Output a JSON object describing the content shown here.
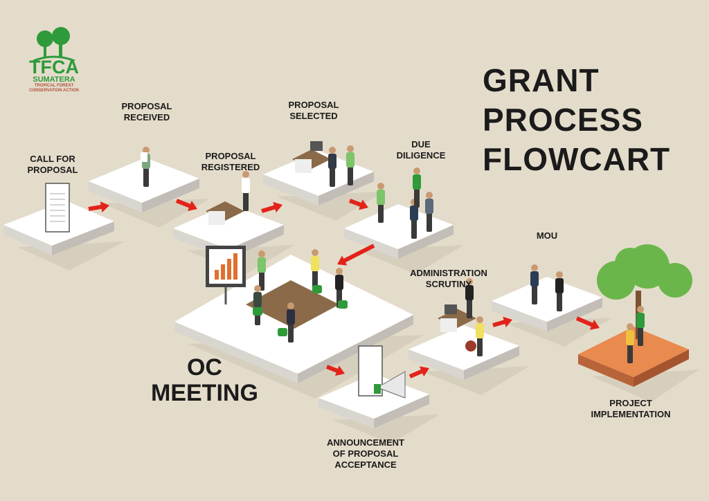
{
  "title_lines": [
    "GRANT",
    "PROCESS",
    "FLOWCART"
  ],
  "logo": {
    "name": "TFCA",
    "sub": "SUMATERA",
    "tag1": "TROPICAL FOREST",
    "tag2": "CONSERVATION ACTION"
  },
  "steps": [
    {
      "l1": "CALL FOR",
      "l2": "PROPOSAL"
    },
    {
      "l1": "PROPOSAL",
      "l2": "RECEIVED"
    },
    {
      "l1": "PROPOSAL",
      "l2": "REGISTERED"
    },
    {
      "l1": "PROPOSAL",
      "l2": "SELECTED"
    },
    {
      "l1": "DUE",
      "l2": "DILIGENCE"
    },
    {
      "l1": "OC",
      "l2": "MEETING"
    },
    {
      "l1": "ANNOUNCEMENT",
      "l2": "OF PROPOSAL",
      "l3": "ACCEPTANCE"
    },
    {
      "l1": "ADMINISTRATION",
      "l2": "SCRUTINY"
    },
    {
      "l1": "MOU"
    },
    {
      "l1": "PROJECT",
      "l2": "IMPLEMENTATION"
    }
  ],
  "colors": {
    "background": "#e4dccb",
    "arrow": "#e2231a",
    "platform": "#ffffff",
    "project_platform": "#e98a4e",
    "logo_green": "#2e9a3a"
  }
}
